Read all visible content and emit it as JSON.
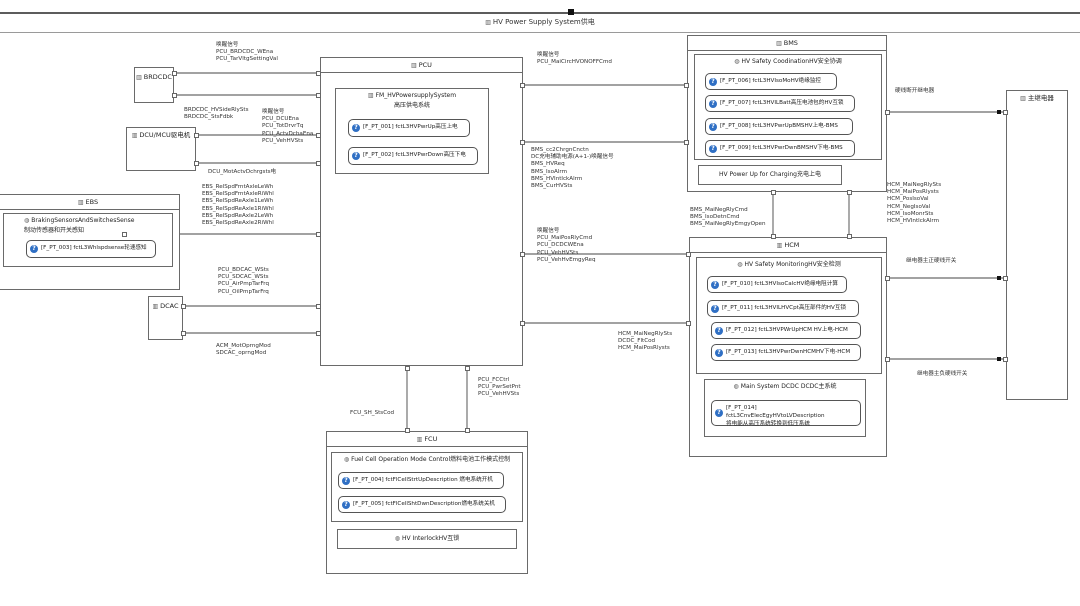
{
  "title": "HV Power Supply System供电",
  "blocks": {
    "brdcdc": "BRDCDC",
    "dcu": "DCU/MCU驱电机",
    "ebs": "EBS",
    "dcac": "DCAC",
    "pcu": "PCU",
    "bms": "BMS",
    "hcm": "HCM",
    "fcu": "FCU",
    "main_relay": "主继电器"
  },
  "ebs_sub": {
    "title": "BrakingSensorsAndSwitchesSense",
    "title2": "制动传感器和开关感知",
    "f003": "[F_PT_003] fctL3Whlspdsense轮速感知"
  },
  "pcu_sub": {
    "title": "FM_HVPowersupplySystem",
    "title2": "高压供电系统",
    "f001": "[F_PT_001] fctL3HVPwrUp高压上电",
    "f002": "[F_PT_002] fctL3HVPwrDown高压下电"
  },
  "bms_sub": {
    "title": "HV Safety CoodinationHV安全协调",
    "f006": "[F_PT_006]  fctL3HVIsoMoHV绝缘监控",
    "f007": "[F_PT_007] fctL3HVILBatt高压电池包的HV互锁",
    "f008": "[F_PT_008] fctL3HVPwrUpBMSHV上电-BMS",
    "f009": "[F_PT_009] fctL3HVPwrDwnBMSHV下电-BMS",
    "charging": "HV Power Up for Charging充电上电"
  },
  "hcm_sub": {
    "title": "HV Safety MonitoringHV安全检测",
    "f010": "[F_PT_010]  fctL3HVIsoCalcHV绝缘电阻计算",
    "f011": "[F_PT_011]  fctL3HVILHVCpt高压部件的HV互锁",
    "f012": "[F_PT_012]  fctL3HVPWrUpHCM HV上电-HCM",
    "f013": "[F_PT_013]  fctL3HVPwrDwnHCMHV下电-HCM",
    "dcdc_title": "Main System DCDC DCDC主系统",
    "f014a": "[F_PT_014] fctL3CnvElecEgyHVtoLVDescription",
    "f014b": "将电能从高压系统转换到低压系统"
  },
  "fcu_sub": {
    "title": "Fuel Cell Operation Mode Control燃料电池工作模式控制",
    "f004": "[F_PT_004] fctFlCellStrtUpDescription 燃电系统开机",
    "f005": "[F_PT_005] fctFlCellShtDwnDescription燃电系统关机",
    "interlock": "HV InterlockHV互锁"
  },
  "signals": {
    "s1": "唤醒信号\nPCU_BRDCDC_WEna\nPCU_TarVltgSettingVal",
    "s2": "BRDCDC_HVSideRlySts\nBRDCDC_StsFdbk",
    "s3": "唤醒信号\nPCU_DCUEna\nPCU_TotDrvrTq\nPCU_ActvDchaEna\nPCU_VehHVSts",
    "s4": "DCU_MotActvDchrgsts电",
    "s5": "EBS_RelSpdFrntAxleLeWh\nEBS_RelSpdFrntAxleRiWhl\nEBS_RelSpdReAxle1LeWh\nEBS_RelSpdReAxle1RiWhl\nEBS_RelSpdReAxle2LeWh\nEBS_RelSpdReAxle2RiWhl",
    "s6": "PCU_BDCAC_WSts\nPCU_SDCAC_WSts\nPCU_AirPmpTarFrq\nPCU_OilPmpTarFrq",
    "s7": "ACM_MotOprngMod\nSDCAC_oprngMod",
    "s8": "唤醒信号\nPCU_MaiCircHVONOFFCmd",
    "s9": "BMS_cc2ChrgnCnctn\nDC充电辅助电源(A+1-)唤醒信号\nBMS_HVReq\nBMS_IsoAlrm\nBMS_HVIntlckAlrm\nBMS_CurHVSts",
    "s10": "唤醒信号\nPCU_MaiPosRlyCmd\nPCU_DCDCWEna\nPCU_VehHVSts\nPCU_VehHvEmgyReq",
    "s11": "HCM_MaiNegRlySts\nDCDC_FltCod\nHCM_MaiPosRlysts",
    "s12": "BMS_MaiNegRlyCmd\nBMS_IsoDetnCmd\nBMS_MaiNegRlyEmgyOpen",
    "s13": "HCM_MaiNegRlySts\nHCM_MaiPosRlysts\nHCM_PosIsoVal\nHCM_NegIsoVal\nHCM_IsoMonrSts\nHCM_HVIntlckAlrm",
    "s14": "PCU_FCCtrl\nPCU_PwrSetPnt\nPCU_VehHVSts",
    "s15": "FCU_SH_StsCod",
    "s16": "硬线断开继电器",
    "s17": "继电器主正硬线开关",
    "s18": "继电器主负硬线开关"
  }
}
